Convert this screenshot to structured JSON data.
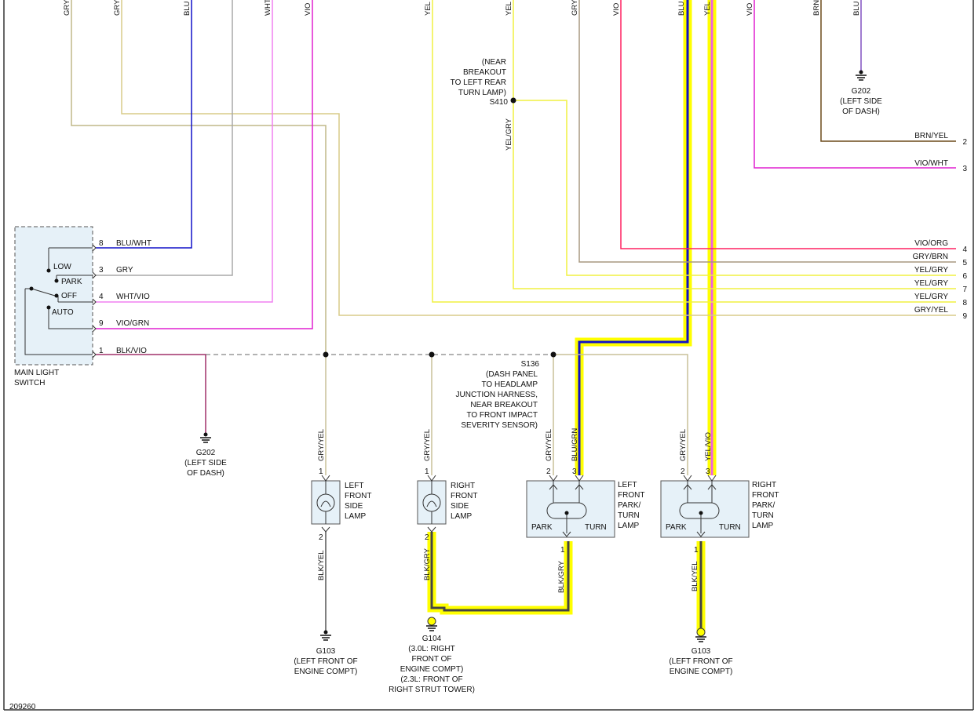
{
  "colors": {
    "blue": "#1010c8",
    "gray": "#a8a8a8",
    "pink": "#f080f0",
    "violet": "#e020d0",
    "yellow": "#ffff00",
    "tan": "#d8cc88",
    "brown": "#6b4a1a",
    "magenta": "#ff2060",
    "highlight": "#ffff00",
    "dark_wire": "#404040"
  },
  "top_wires": {
    "w1": "GRY",
    "w2": "GRY",
    "w3": "BLU",
    "w4": "WHT",
    "w5": "VIO",
    "w6": "YEL",
    "w7": "YEL",
    "w8": "GRY",
    "w9": "VIO",
    "w10": "BLU",
    "w11": "YEL",
    "w12": "VIO",
    "w13": "BRN",
    "w14": "BLU"
  },
  "splice_s410": {
    "name": "S410",
    "desc": [
      "(NEAR",
      "BREAKOUT",
      "TO LEFT REAR",
      "TURN LAMP)"
    ],
    "wire": "YEL/GRY"
  },
  "ground_top": {
    "name": "G202",
    "desc": [
      "(LEFT SIDE",
      "OF DASH)"
    ]
  },
  "right_connector": [
    {
      "label": "BRN/YEL",
      "pin": "2"
    },
    {
      "label": "VIO/WHT",
      "pin": "3"
    },
    {
      "label": "VIO/ORG",
      "pin": "4"
    },
    {
      "label": "GRY/BRN",
      "pin": "5"
    },
    {
      "label": "YEL/GRY",
      "pin": "6"
    },
    {
      "label": "YEL/GRY",
      "pin": "7"
    },
    {
      "label": "YEL/GRY",
      "pin": "8"
    },
    {
      "label": "GRY/YEL",
      "pin": "9"
    }
  ],
  "switch": {
    "name": [
      "MAIN LIGHT",
      "SWITCH"
    ],
    "positions": [
      "LOW",
      "PARK",
      "OFF",
      "AUTO"
    ],
    "pins": [
      {
        "pin": "8",
        "label": "BLU/WHT"
      },
      {
        "pin": "3",
        "label": "GRY"
      },
      {
        "pin": "4",
        "label": "WHT/VIO"
      },
      {
        "pin": "9",
        "label": "VIO/GRN"
      },
      {
        "pin": "1",
        "label": "BLK/VIO"
      }
    ]
  },
  "ground_switch": {
    "name": "G202",
    "desc": [
      "(LEFT SIDE",
      "OF DASH)"
    ]
  },
  "splice_s136": {
    "name": "S136",
    "desc": [
      "(DASH PANEL",
      "TO HEADLAMP",
      "JUNCTION HARNESS,",
      "NEAR BREAKOUT",
      "TO FRONT IMPACT",
      "SEVERITY SENSOR)"
    ]
  },
  "lamps": {
    "lfs": {
      "name": [
        "LEFT",
        "FRONT",
        "SIDE",
        "LAMP"
      ],
      "in_wire": "GRY/YEL",
      "out_wire": "BLK/YEL",
      "pin_in": "1",
      "pin_out": "2"
    },
    "rfs": {
      "name": [
        "RIGHT",
        "FRONT",
        "SIDE",
        "LAMP"
      ],
      "in_wire": "GRY/YEL",
      "out_wire": "BLK/GRY",
      "pin_in": "1",
      "pin_out": "2"
    },
    "lfpt": {
      "name": [
        "LEFT",
        "FRONT",
        "PARK/",
        "TURN",
        "LAMP"
      ],
      "in_wire_a": "GRY/YEL",
      "in_wire_b": "BLU/GRN",
      "out_wire": "BLK/GRY",
      "pin_a": "2",
      "pin_b": "3",
      "pin_out": "1",
      "park": "PARK",
      "turn": "TURN"
    },
    "rfpt": {
      "name": [
        "RIGHT",
        "FRONT",
        "PARK/",
        "TURN",
        "LAMP"
      ],
      "in_wire_a": "GRY/YEL",
      "in_wire_b": "YEL/VIO",
      "out_wire": "BLK/YEL",
      "pin_a": "2",
      "pin_b": "3",
      "pin_out": "1",
      "park": "PARK",
      "turn": "TURN"
    }
  },
  "grounds_bottom": {
    "g103a": {
      "name": "G103",
      "desc": [
        "(LEFT FRONT OF",
        "ENGINE COMPT)"
      ]
    },
    "g104": {
      "name": "G104",
      "desc": [
        "(3.0L: RIGHT",
        "FRONT OF",
        "ENGINE COMPT)",
        "(2.3L: FRONT OF",
        "RIGHT STRUT TOWER)"
      ]
    },
    "g103b": {
      "name": "G103",
      "desc": [
        "(LEFT FRONT OF",
        "ENGINE COMPT)"
      ]
    }
  },
  "figure_id": "209260"
}
